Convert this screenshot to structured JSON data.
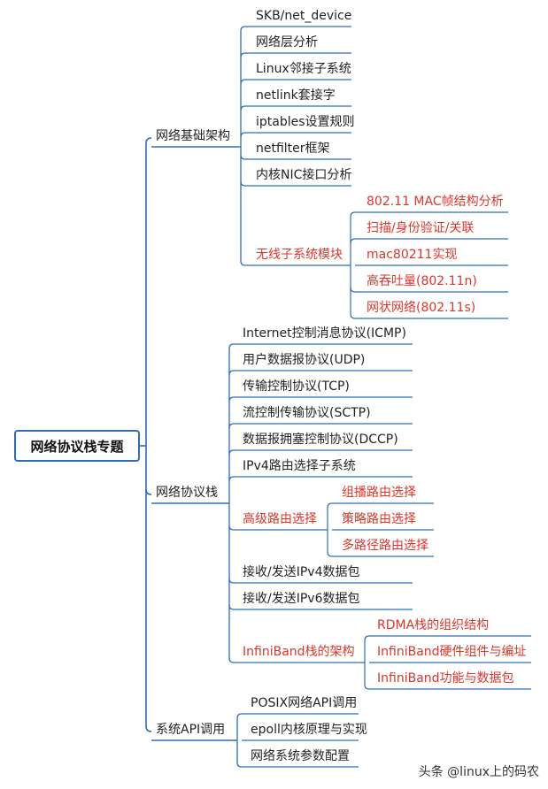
{
  "colors": {
    "line": "#2f6db3",
    "text": "#222222",
    "highlight": "#d9362b"
  },
  "root": {
    "label": "网络协议栈专题"
  },
  "branches": [
    {
      "label": "网络基础架构",
      "children": [
        {
          "label": "SKB/net_device"
        },
        {
          "label": "网络层分析"
        },
        {
          "label": "Linux邻接子系统"
        },
        {
          "label": "netlink套接字"
        },
        {
          "label": "iptables设置规则"
        },
        {
          "label": "netfilter框架"
        },
        {
          "label": "内核NIC接口分析"
        },
        {
          "label": "无线子系统模块",
          "highlight": true,
          "children": [
            {
              "label": "802.11 MAC帧结构分析"
            },
            {
              "label": "扫描/身份验证/关联"
            },
            {
              "label": "mac80211实现"
            },
            {
              "label": "高吞吐量(802.11n)"
            },
            {
              "label": "网状网络(802.11s)"
            }
          ]
        }
      ]
    },
    {
      "label": "网络协议栈",
      "children": [
        {
          "label": "Internet控制消息协议(ICMP)"
        },
        {
          "label": "用户数据报协议(UDP)"
        },
        {
          "label": "传输控制协议(TCP)"
        },
        {
          "label": "流控制传输协议(SCTP)"
        },
        {
          "label": "数据报拥塞控制协议(DCCP)"
        },
        {
          "label": "IPv4路由选择子系统"
        },
        {
          "label": "高级路由选择",
          "highlight": true,
          "children": [
            {
              "label": "组播路由选择"
            },
            {
              "label": "策略路由选择"
            },
            {
              "label": "多路径路由选择"
            }
          ]
        },
        {
          "label": "接收/发送IPv4数据包"
        },
        {
          "label": "接收/发送IPv6数据包"
        },
        {
          "label": "InfiniBand栈的架构",
          "highlight": true,
          "children": [
            {
              "label": "RDMA栈的组织结构"
            },
            {
              "label": "InfiniBand硬件组件与编址"
            },
            {
              "label": "InfiniBand功能与数据包"
            }
          ]
        }
      ]
    },
    {
      "label": "系统API调用",
      "children": [
        {
          "label": "POSIX网络API调用"
        },
        {
          "label": "epoll内核原理与实现"
        },
        {
          "label": "网络系统参数配置"
        }
      ]
    }
  ],
  "watermark": "头条 @linux上的码农"
}
